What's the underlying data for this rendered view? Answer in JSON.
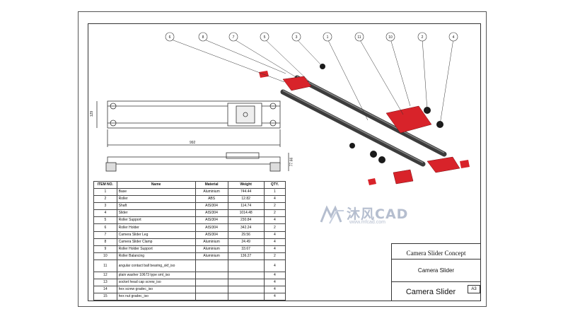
{
  "dimensions": {
    "overall_length": "992",
    "height_front": "129",
    "height_side": "77.66"
  },
  "balloons": [
    "6",
    "8",
    "7",
    "5",
    "3",
    "1",
    "11",
    "10",
    "2",
    "4"
  ],
  "bom": {
    "headers": [
      "ITEM NO.",
      "Name",
      "Material",
      "Weight",
      "QTY."
    ],
    "rows": [
      {
        "item": "1",
        "name": "Base",
        "material": "Aluminium",
        "weight": "744.44",
        "qty": "1"
      },
      {
        "item": "2",
        "name": "Roller",
        "material": "ABS",
        "weight": "12.82",
        "qty": "4"
      },
      {
        "item": "3",
        "name": "Shaft",
        "material": "AISI304",
        "weight": "114.74",
        "qty": "2"
      },
      {
        "item": "4",
        "name": "Slider",
        "material": "AISI304",
        "weight": "1014.48",
        "qty": "2"
      },
      {
        "item": "5",
        "name": "Roller Support",
        "material": "AISI304",
        "weight": "230.84",
        "qty": "4"
      },
      {
        "item": "6",
        "name": "Roller Holder",
        "material": "AISI304",
        "weight": "342.24",
        "qty": "2"
      },
      {
        "item": "7",
        "name": "Camera Slider Leg",
        "material": "AISI304",
        "weight": "29.56",
        "qty": "4"
      },
      {
        "item": "8",
        "name": "Camera Slider Clamp",
        "material": "Aluminium",
        "weight": "24.49",
        "qty": "4"
      },
      {
        "item": "9",
        "name": "Roller Holder Support",
        "material": "Aluminium",
        "weight": "33.67",
        "qty": "4"
      },
      {
        "item": "10",
        "name": "Roller Balancing",
        "material": "Aluminium",
        "weight": "136.27",
        "qty": "2"
      },
      {
        "item": "11",
        "name": "angular contact ball bearing_skf_iso",
        "material": "",
        "weight": "",
        "qty": "4"
      },
      {
        "item": "12",
        "name": "plain washer 10673 type sml_iso",
        "material": "",
        "weight": "",
        "qty": "4"
      },
      {
        "item": "13",
        "name": "socket head cap screw_iso",
        "material": "",
        "weight": "",
        "qty": "4"
      },
      {
        "item": "14",
        "name": "hex screw gradec_iso",
        "material": "",
        "weight": "",
        "qty": "4"
      },
      {
        "item": "15",
        "name": "hex nut gradec_iso",
        "material": "",
        "weight": "",
        "qty": "4"
      }
    ]
  },
  "title_block": {
    "concept": "Camera Slider Concept",
    "description": "Camera Slider",
    "drawing_name": "Camera Slider",
    "sheet_size": "A3"
  },
  "watermark": {
    "brand_cn": "沐风CAD",
    "url": "www.mfcad.com"
  },
  "colors": {
    "part_red": "#d8232a",
    "shaft": "#3c3c3c",
    "line": "#333333"
  }
}
